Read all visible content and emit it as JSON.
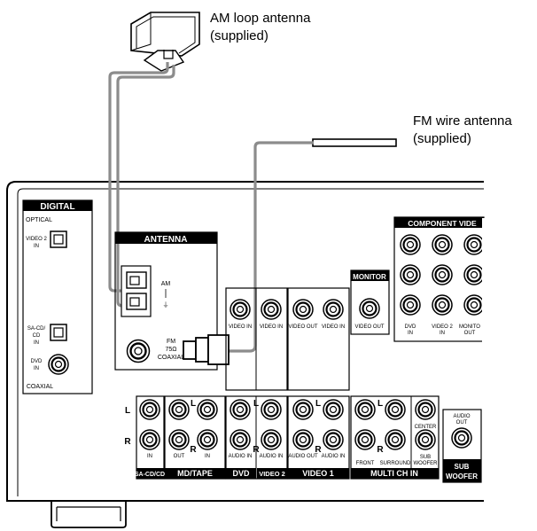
{
  "callouts": {
    "am_line1": "AM loop antenna",
    "am_line2": "(supplied)",
    "fm_line1": "FM wire antenna",
    "fm_line2": "(supplied)"
  },
  "panel": {
    "digital": {
      "title": "DIGITAL",
      "optical": "OPTICAL",
      "video2_a": "VIDEO 2",
      "video2_b": "IN",
      "sacd_a": "SA-CD/",
      "sacd_b": "CD",
      "sacd_c": "IN",
      "dvd_a": "DVD",
      "dvd_b": "IN",
      "coaxial": "COAXIAL"
    },
    "antenna": {
      "title": "ANTENNA",
      "am": "AM",
      "fm_a": "FM",
      "fm_b": "75Ω",
      "fm_c": "COAXIAL"
    },
    "monitor": {
      "title": "MONITOR",
      "video_out": "VIDEO OUT"
    },
    "component": {
      "title": "COMPONENT VIDE",
      "dvd_in_a": "DVD",
      "dvd_in_b": "IN",
      "video2_in_a": "VIDEO 2",
      "video2_in_b": "IN",
      "monitor_out_a": "MONITO",
      "monitor_out_b": "OUT"
    },
    "video_labels": {
      "dvd_video_in": "VIDEO IN",
      "video2_video_in": "VIDEO IN",
      "video1_video_out": "VIDEO OUT",
      "video1_video_in": "VIDEO IN"
    },
    "audio_labels": {
      "sacd_in": "IN",
      "mdtape_out": "OUT",
      "mdtape_in": "IN",
      "dvd_audio_in": "AUDIO IN",
      "video2_audio_in": "AUDIO IN",
      "video1_audio_out": "AUDIO OUT",
      "video1_audio_in": "AUDIO IN",
      "front": "FRONT",
      "surround": "SURROUND",
      "center": "CENTER",
      "sub_a": "SUB",
      "sub_b": "WOOFER",
      "audio_out_a": "AUDIO",
      "audio_out_b": "OUT"
    },
    "sections": {
      "sacd": "SA-CD/CD",
      "mdtape": "MD/TAPE",
      "dvd": "DVD",
      "video2": "VIDEO 2",
      "video1": "VIDEO 1",
      "multich": "MULTI CH IN",
      "subwoofer_a": "SUB",
      "subwoofer_b": "WOOFER"
    },
    "channels": {
      "l": "L",
      "r": "R"
    }
  }
}
